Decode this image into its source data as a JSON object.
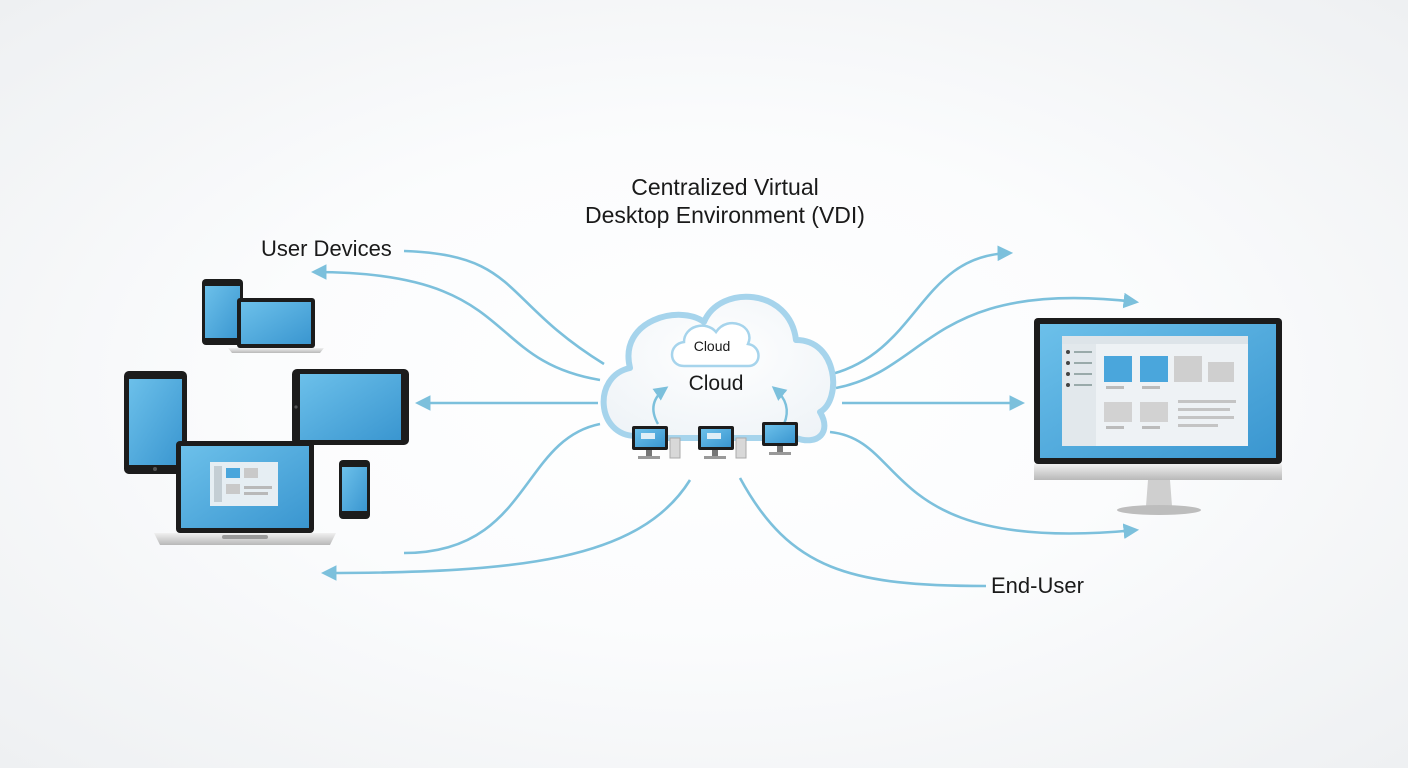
{
  "title_line1": "Centralized Virtual",
  "title_line2": "Desktop Environment (VDI)",
  "user_devices_label": "User Devices",
  "end_user_label": "End-User",
  "cloud_small_label": "Cloud",
  "cloud_label": "Cloud",
  "colors": {
    "arrow": "#7cc0dc",
    "screen": "#4aa6dc",
    "cloud_outline": "#a6d4ec",
    "device_frame": "#1c1c1c"
  },
  "icons": [
    "phone-icon",
    "laptop-icon",
    "tablet-icon",
    "monitor-icon",
    "cloud-icon",
    "server-icon"
  ]
}
